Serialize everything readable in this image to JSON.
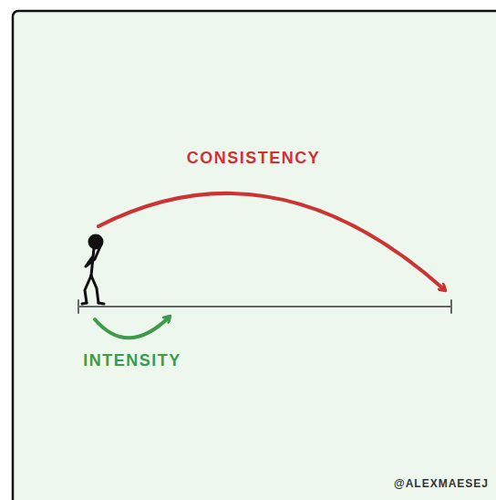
{
  "diagram": {
    "labels": [
      "CONSISTENCY",
      "INTENSITY",
      "@ALEXMAESEJ"
    ]
  }
}
